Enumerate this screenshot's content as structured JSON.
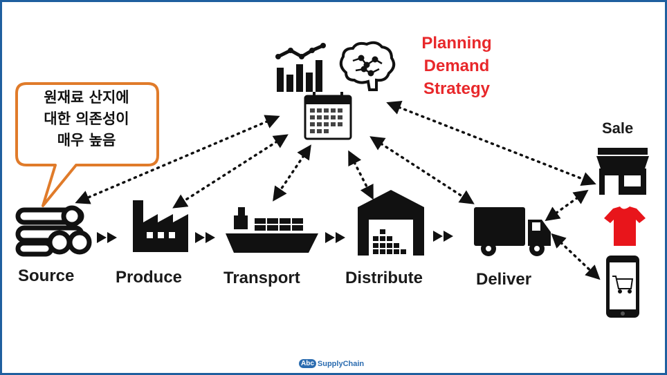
{
  "callout": {
    "lines": [
      "원재료 산지에",
      "대한 의존성이",
      "매우 높음"
    ]
  },
  "planning": {
    "lines": [
      "Planning",
      "Demand",
      "Strategy"
    ]
  },
  "stages": {
    "source": "Source",
    "produce": "Produce",
    "transport": "Transport",
    "distribute": "Distribute",
    "deliver": "Deliver",
    "sale": "Sale"
  },
  "logo": {
    "badge": "Abc",
    "text": "SupplyChain"
  },
  "colors": {
    "frame": "#1f5f9f",
    "callout_border": "#e07b2a",
    "planning_text": "#e8282b",
    "shirt": "#e8151b",
    "icon": "#111111"
  }
}
